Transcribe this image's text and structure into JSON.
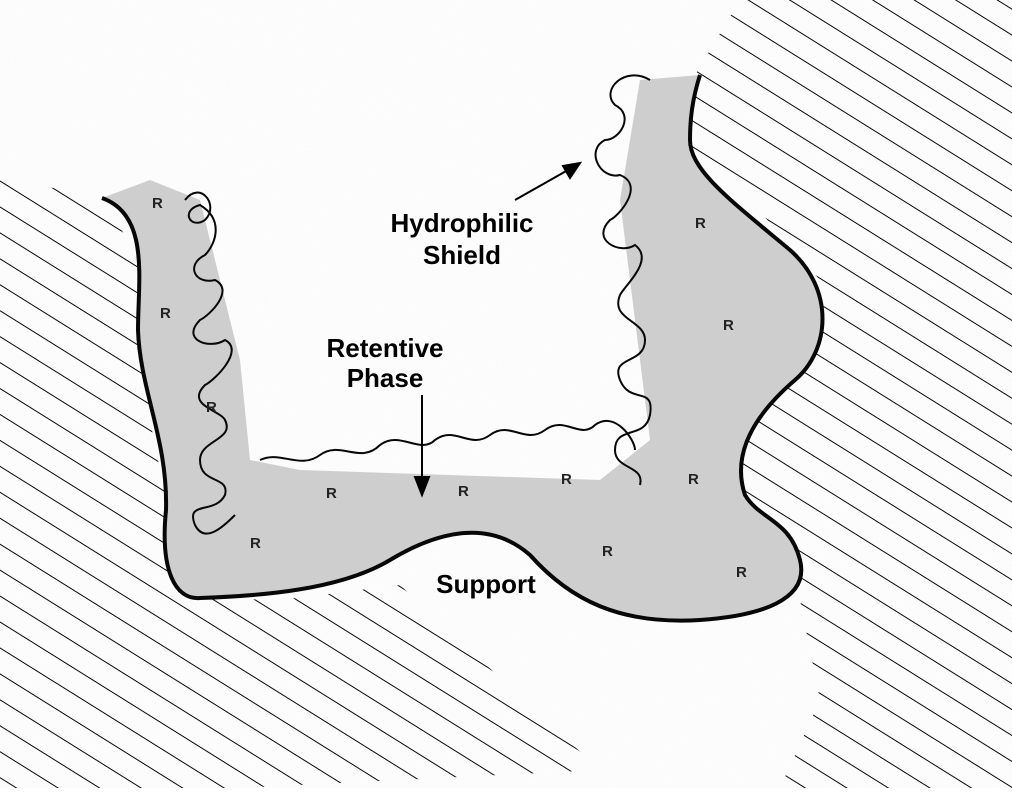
{
  "labels": {
    "shield_line1": "Hydrophilic",
    "shield_line2": "Shield",
    "retentive_line1": "Retentive",
    "retentive_line2": "Phase",
    "support": "Support"
  },
  "r_label": "R",
  "colors": {
    "hatch": "#000000",
    "retentive_fill": "#cfcfcf",
    "outline": "#000000",
    "background": "#ffffff"
  }
}
